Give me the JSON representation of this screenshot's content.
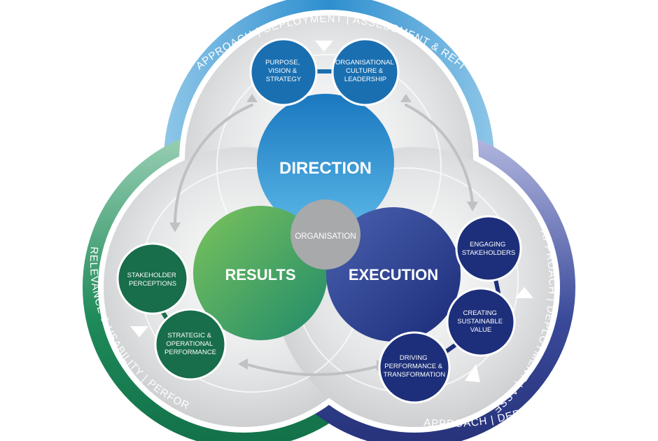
{
  "outer_bands": {
    "top": "APPROACH | DEPLOYMENT | ASSESSMENT & REFINEMENT",
    "right": "APPROACH | DEPLOYMENT | ASSESSMENT & REFINEMENT",
    "bottom_right": "APPROACH | DEPLOYMENT | ASSESSMENT & REFINEMENT",
    "left": "RELEVANCE & USABILITY | PERFORMANCE"
  },
  "core": {
    "direction": "DIRECTION",
    "results": "RESULTS",
    "execution": "EXECUTION",
    "organisation": "ORGANISATION"
  },
  "criteria": {
    "purpose": [
      "PURPOSE,",
      "VISION &",
      "STRATEGY"
    ],
    "culture": [
      "ORGANISATIONAL",
      "CULTURE &",
      "LEADERSHIP"
    ],
    "engaging": [
      "ENGAGING",
      "STAKEHOLDERS"
    ],
    "creating": [
      "CREATING",
      "SUSTAINABLE",
      "VALUE"
    ],
    "driving": [
      "DRIVING",
      "PERFORMANCE &",
      "TRANSFORMATION"
    ],
    "perceptions": [
      "STAKEHOLDER",
      "PERCEPTIONS"
    ],
    "strategic": [
      "STRATEGIC &",
      "OPERATIONAL",
      "PERFORMANCE"
    ]
  },
  "colors": {
    "direction": "#2b8fd0",
    "results": "#3f9a56",
    "execution": "#223f8f",
    "dir_sat": "#1a6fb0",
    "res_sat": "#186d4a",
    "exe_sat": "#1d2f7a",
    "org": "#a8a9ab"
  }
}
